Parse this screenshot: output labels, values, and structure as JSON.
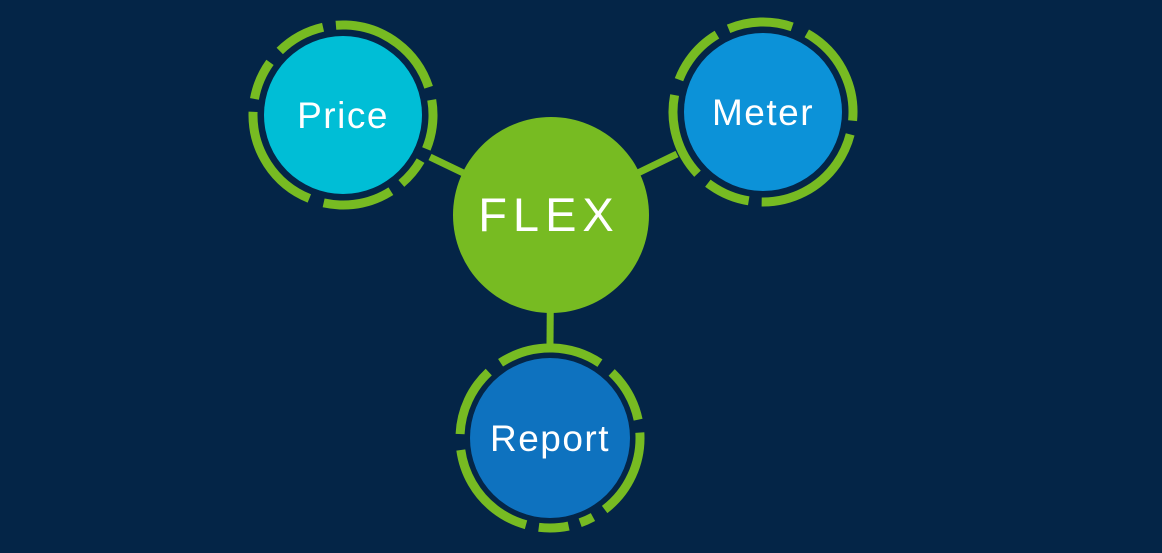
{
  "diagram": {
    "center": {
      "label": "FLEX",
      "color": "#77bb22"
    },
    "nodes": [
      {
        "id": "price",
        "label": "Price",
        "color": "#00bed6"
      },
      {
        "id": "meter",
        "label": "Meter",
        "color": "#0c92d8"
      },
      {
        "id": "report",
        "label": "Report",
        "color": "#0e72bf"
      }
    ],
    "colors": {
      "background": "#042547",
      "ring": "#77bb22",
      "connector": "#77bb22",
      "label_text": "#ffffff"
    }
  }
}
